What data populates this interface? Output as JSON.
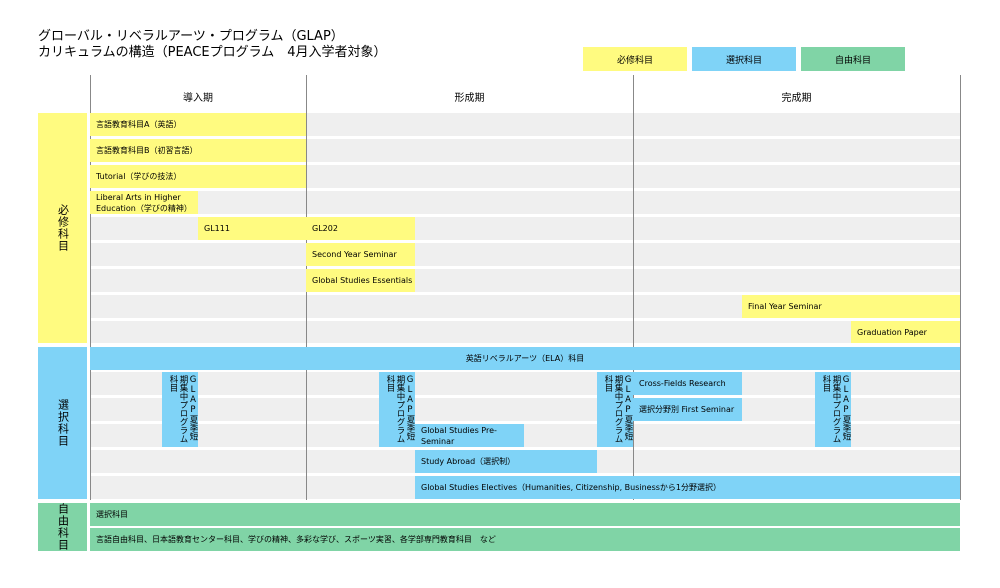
{
  "title": {
    "line1": "グローバル・リベラルアーツ・プログラム（GLAP）",
    "line2": "カリキュラムの構造（PEACEプログラム　4月入学者対象）"
  },
  "legend": {
    "required": "必修科目",
    "elective": "選択科目",
    "free": "自由科目"
  },
  "colors": {
    "required": "#fffb80",
    "elective": "#7fd3f7",
    "free": "#80d4a6",
    "row_bg": "#efefef"
  },
  "phases": [
    "導入期",
    "形成期",
    "完成期"
  ],
  "categories": {
    "required": "必修科目",
    "elective": "選択科目",
    "free": "自由科目"
  },
  "required_courses": {
    "lang_a": "言語教育科目A（英語）",
    "lang_b": "言語教育科目B（初習言語）",
    "tutorial": "Tutorial（学びの技法）",
    "liberal_arts": "Liberal Arts in Higher Education（学びの精神）",
    "gl111": "GL111",
    "gl202": "GL202",
    "second_seminar": "Second Year Seminar",
    "gse": "Global Studies Essentials",
    "final_seminar": "Final Year Seminar",
    "grad_paper": "Graduation Paper"
  },
  "elective_courses": {
    "ela": "英語リベラルアーツ（ELA）科目",
    "summer": "GLAP夏季短期集中プログラム科目",
    "cross_fields": "Cross-Fields Research",
    "first_seminar": "選択分野別 First Seminar",
    "pre_seminar": "Global Studies Pre-Seminar",
    "study_abroad": "Study Abroad（選択制）",
    "electives": "Global Studies Electives（Humanities, Citizenship, Businessから1分野選択）"
  },
  "free_courses": {
    "elective": "選択科目",
    "list": "言語自由科目、日本語教育センター科目、学びの精神、多彩な学び、スポーツ実習、各学部専門教育科目　など"
  }
}
